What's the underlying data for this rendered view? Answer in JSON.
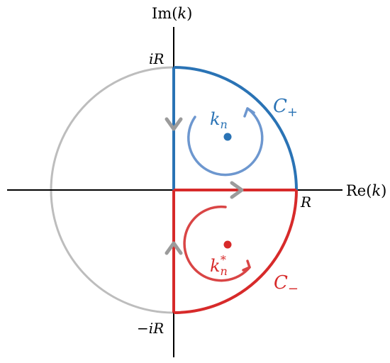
{
  "axes": {
    "imaginary_axis_label_prefix": "Im(",
    "imaginary_axis_label_var": "k",
    "imaginary_axis_label_suffix": ")",
    "real_axis_label_prefix": "Re(",
    "real_axis_label_var": "k",
    "real_axis_label_suffix": ")"
  },
  "points": {
    "ir_label_i": "i",
    "ir_label_R": "R",
    "neg_ir_label_minus": "−",
    "neg_ir_label_i": "i",
    "neg_ir_label_R": "R",
    "r_label": "R"
  },
  "contours": {
    "upper_label_C": "C",
    "upper_label_sign": "+",
    "lower_label_C": "C",
    "lower_label_sign": "−"
  },
  "poles": {
    "upper_pole_k": "k",
    "upper_pole_n": "n",
    "lower_pole_k": "k",
    "lower_pole_n": "n",
    "lower_pole_star": "*"
  },
  "colors": {
    "blue": "#2a73b5",
    "red": "#d72a2a",
    "light_blue": "#6d97cf",
    "light_red": "#d94545",
    "gray_circle": "#bdbdbd",
    "gray_arrow": "#9b9b9b",
    "axis": "#000000"
  }
}
